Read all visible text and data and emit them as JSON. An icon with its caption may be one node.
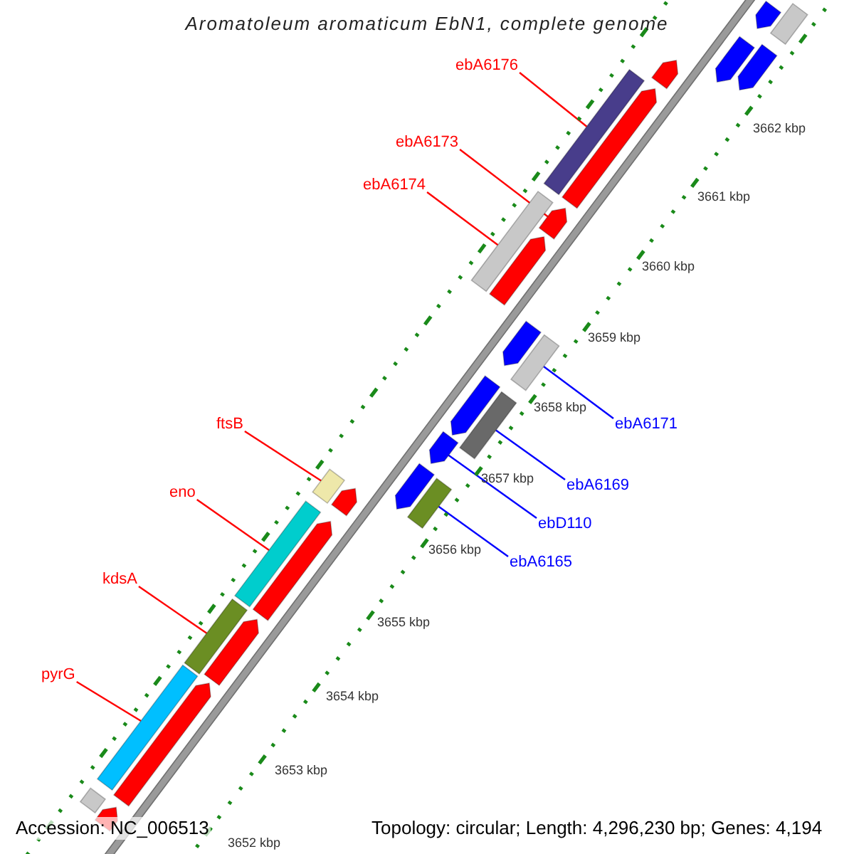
{
  "diagram": {
    "title": "Aromatoleum aromaticum EbN1, complete genome",
    "nodes": [
      {
        "text": [
          "ebA6176"
        ]
      },
      {
        "text": [
          "ebA6173"
        ]
      },
      {
        "text": [
          "ebA6174"
        ]
      },
      {
        "text": [
          "ftsB"
        ]
      },
      {
        "text": [
          "eno"
        ]
      },
      {
        "text": [
          "kdsA"
        ]
      },
      {
        "text": [
          "pyrG"
        ]
      },
      {
        "text": [
          "ebA6171"
        ]
      },
      {
        "text": [
          "ebA6169"
        ]
      },
      {
        "text": [
          "ebD110"
        ]
      },
      {
        "text": [
          "ebA6165"
        ]
      },
      {
        "text": [],
        "shape": "bar"
      },
      {
        "text": [],
        "shape": "arrow"
      },
      {
        "text": [],
        "shape": "bar"
      },
      {
        "text": [],
        "shape": "bar"
      },
      {
        "text": [],
        "shape": "bar"
      },
      {
        "text": [],
        "shape": "bar"
      },
      {
        "text": [],
        "shape": "bar"
      },
      {
        "text": [],
        "shape": "bar"
      },
      {
        "text": [],
        "shape": "bar"
      },
      {
        "text": [],
        "shape": "arrow"
      },
      {
        "text": [],
        "shape": "bar"
      },
      {
        "text": [],
        "shape": "arrow"
      },
      {
        "text": [],
        "shape": "arrow"
      },
      {
        "text": [],
        "shape": "arrow"
      },
      {
        "text": [],
        "shape": "arrow"
      },
      {
        "text": [],
        "shape": "arrow"
      },
      {
        "text": [],
        "shape": "arrow"
      },
      {
        "text": [],
        "shape": "arrow"
      },
      {
        "text": [],
        "shape": "arrow"
      },
      {
        "text": [],
        "shape": "bar"
      },
      {
        "text": [],
        "shape": "arrow"
      },
      {
        "text": [],
        "shape": "arrow"
      },
      {
        "text": [],
        "shape": "arrow"
      },
      {
        "text": [],
        "shape": "arrow"
      },
      {
        "text": [],
        "shape": "arrow"
      },
      {
        "text": [],
        "shape": "arrow"
      },
      {
        "text": [],
        "shape": "bar"
      }
    ],
    "edges": [
      {
        "from": 0,
        "to": 11,
        "arrow": "none"
      },
      {
        "from": 1,
        "to": 12,
        "arrow": "none"
      },
      {
        "from": 2,
        "to": 13,
        "arrow": "none"
      },
      {
        "from": 3,
        "to": 14,
        "arrow": "none"
      },
      {
        "from": 4,
        "to": 15,
        "arrow": "none"
      },
      {
        "from": 5,
        "to": 16,
        "arrow": "none"
      },
      {
        "from": 6,
        "to": 17,
        "arrow": "none"
      },
      {
        "from": 7,
        "to": 18,
        "arrow": "none",
        "color": "#0000ff"
      },
      {
        "from": 8,
        "to": 19,
        "arrow": "none",
        "color": "#0000ff"
      },
      {
        "from": 9,
        "to": 20,
        "arrow": "none",
        "color": "#0000ff"
      },
      {
        "from": 10,
        "to": 21,
        "arrow": "none",
        "color": "#0000ff"
      }
    ],
    "labels": [
      "3662 kbp",
      "3661 kbp",
      "3660 kbp",
      "3659 kbp",
      "3658 kbp",
      "3657 kbp",
      "3656 kbp",
      "3655 kbp",
      "3654 kbp",
      "3653 kbp",
      "3652 kbp",
      "Accession: NC_006513",
      "Topology: circular; Length: 4,296,230 bp; Genes: 4,194"
    ]
  }
}
